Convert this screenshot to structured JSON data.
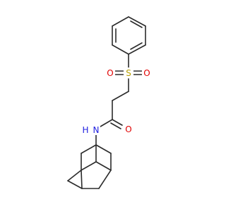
{
  "molecule": {
    "atoms": {
      "sulfur": "S",
      "oxygen_left": "O",
      "oxygen_right": "O",
      "carbonyl_oxygen": "O",
      "amide_nitrogen": "N",
      "amide_hydrogen": "H"
    },
    "colors": {
      "bond": "#2b2b2b",
      "sulfur": "#b8a000",
      "oxygen": "#e00000",
      "nitrogen": "#2020e0",
      "background": "#ffffff"
    }
  }
}
